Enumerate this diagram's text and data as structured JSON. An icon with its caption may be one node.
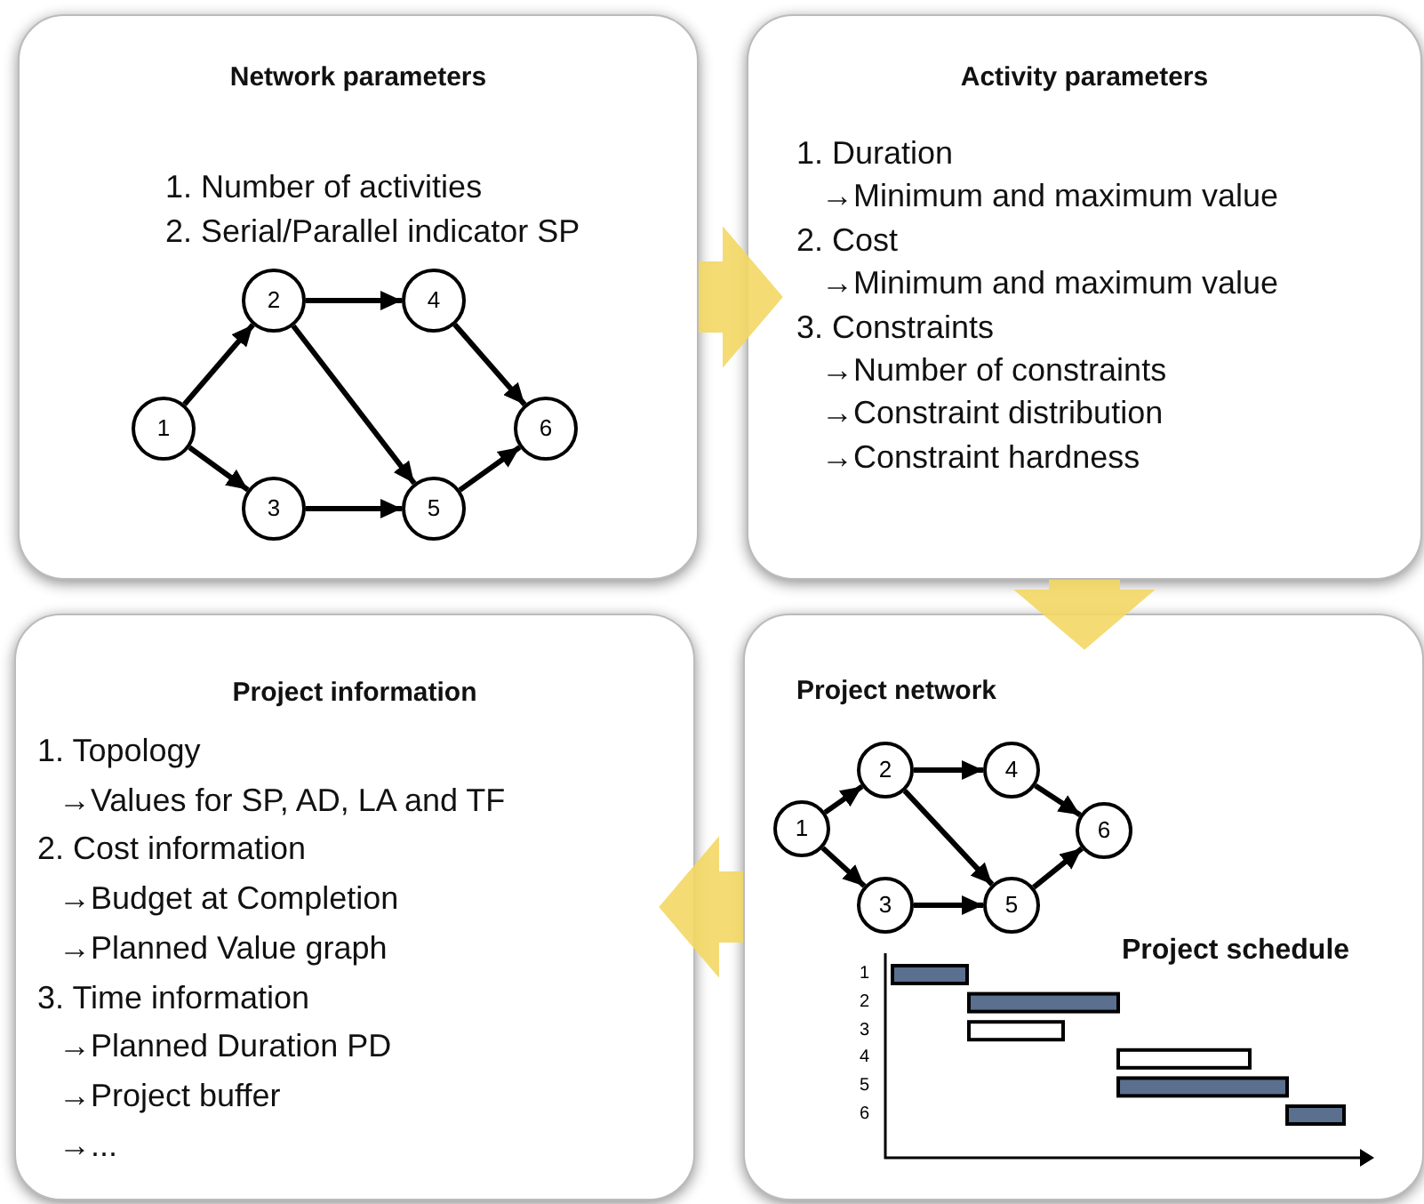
{
  "diagram": {
    "nodes": [
      {
        "text": [
          "Network parameters",
          "1. Number of activities",
          "2. Serial/Parallel indicator SP"
        ]
      },
      {
        "text": [
          "1"
        ],
        "in": 0
      },
      {
        "text": [
          "2"
        ],
        "in": 0
      },
      {
        "text": [
          "3"
        ],
        "in": 0
      },
      {
        "text": [
          "4"
        ],
        "in": 0
      },
      {
        "text": [
          "5"
        ],
        "in": 0
      },
      {
        "text": [
          "6"
        ],
        "in": 0
      },
      {
        "text": [
          "Activity parameters",
          "1. Duration",
          "→Minimum and maximum value",
          "2. Cost",
          "→Minimum and maximum value",
          "3. Constraints",
          "→Number of constraints",
          "→Constraint distribution",
          "→Constraint hardness"
        ]
      },
      {
        "text": [
          "Project network",
          "Project schedule"
        ]
      },
      {
        "text": [
          "1"
        ],
        "in": 8
      },
      {
        "text": [
          "2"
        ],
        "in": 8
      },
      {
        "text": [
          "3"
        ],
        "in": 8
      },
      {
        "text": [
          "4"
        ],
        "in": 8
      },
      {
        "text": [
          "5"
        ],
        "in": 8
      },
      {
        "text": [
          "6"
        ],
        "in": 8
      },
      {
        "text": [
          "Project information",
          "1. Topology",
          "→Values for SP, AD, LA and TF",
          "2. Cost information",
          "→Budget at Completion",
          "→Planned Value graph",
          "3. Time information",
          "→Planned Duration PD",
          "→Project buffer",
          "→..."
        ]
      }
    ],
    "edges": [
      {
        "from": 1,
        "to": 2,
        "arrow": "to"
      },
      {
        "from": 1,
        "to": 3,
        "arrow": "to"
      },
      {
        "from": 2,
        "to": 4,
        "arrow": "to"
      },
      {
        "from": 2,
        "to": 5,
        "arrow": "to"
      },
      {
        "from": 3,
        "to": 5,
        "arrow": "to"
      },
      {
        "from": 4,
        "to": 6,
        "arrow": "to"
      },
      {
        "from": 5,
        "to": 6,
        "arrow": "to"
      },
      {
        "from": 9,
        "to": 10,
        "arrow": "to"
      },
      {
        "from": 9,
        "to": 11,
        "arrow": "to"
      },
      {
        "from": 10,
        "to": 12,
        "arrow": "to"
      },
      {
        "from": 10,
        "to": 13,
        "arrow": "to"
      },
      {
        "from": 11,
        "to": 13,
        "arrow": "to"
      },
      {
        "from": 12,
        "to": 14,
        "arrow": "to"
      },
      {
        "from": 13,
        "to": 14,
        "arrow": "to"
      },
      {
        "from": 0,
        "to": 7,
        "arrow": "to",
        "style": "thick",
        "color": "#f3d864"
      },
      {
        "from": 7,
        "to": 8,
        "arrow": "to",
        "style": "thick",
        "color": "#f3d864"
      },
      {
        "from": 8,
        "to": 15,
        "arrow": "to",
        "style": "thick",
        "color": "#f3d864"
      }
    ],
    "labels": [
      "1",
      "2",
      "3",
      "4",
      "5",
      "6"
    ]
  }
}
